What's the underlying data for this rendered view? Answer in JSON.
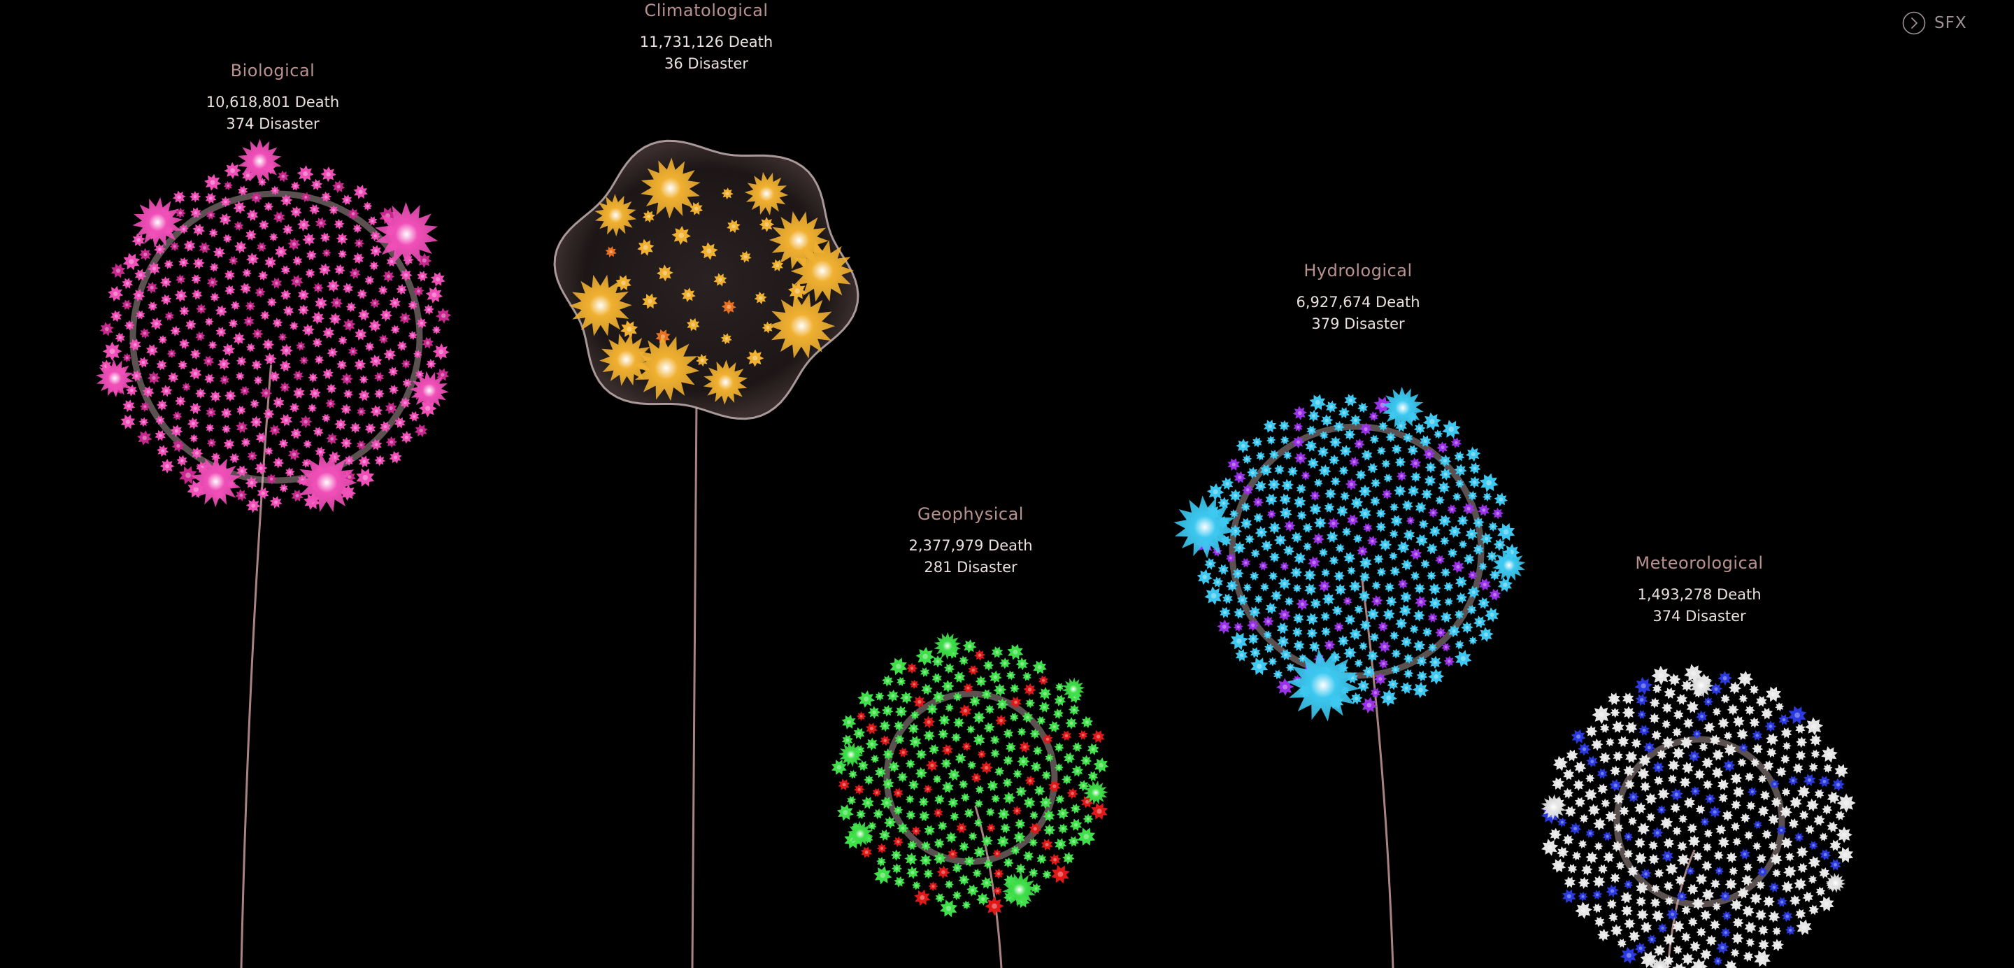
{
  "sfx": {
    "label": "SFX",
    "icon": "chevron-right-circle-icon"
  },
  "colors": {
    "background": "#000000",
    "stem": "#c49a9a",
    "ring": "#c9b3b3",
    "label_title": "#b8928f",
    "label_stats": "#eae0df"
  },
  "chart_data": {
    "type": "scatter",
    "title": "",
    "xlabel": "",
    "ylabel": "",
    "categories": [
      "Biological",
      "Climatological",
      "Geophysical",
      "Hydrological",
      "Meteorological"
    ],
    "series": [
      {
        "name": "Biological",
        "deaths": 10618801,
        "disasters": 374,
        "death_label": "10,618,801 Death",
        "disaster_label": "374 Disaster",
        "color": "#f04fb8",
        "accent_color": "#c8288e"
      },
      {
        "name": "Climatological",
        "deaths": 11731126,
        "disasters": 36,
        "death_label": "11,731,126 Death",
        "disaster_label": "36 Disaster",
        "color": "#f0b030",
        "accent_color": "#e87020"
      },
      {
        "name": "Geophysical",
        "deaths": 2377979,
        "disasters": 281,
        "death_label": "2,377,979 Death",
        "disaster_label": "281 Disaster",
        "color": "#3fe04a",
        "accent_color": "#e01818"
      },
      {
        "name": "Hydrological",
        "deaths": 6927674,
        "disasters": 379,
        "death_label": "6,927,674 Death",
        "disaster_label": "379 Disaster",
        "color": "#3cc8f0",
        "accent_color": "#9a30e8"
      },
      {
        "name": "Meteorological",
        "deaths": 1493278,
        "disasters": 374,
        "death_label": "1,493,278 Death",
        "disaster_label": "374 Disaster",
        "color": "#e6e6e6",
        "accent_color": "#2a3ae0"
      }
    ]
  }
}
